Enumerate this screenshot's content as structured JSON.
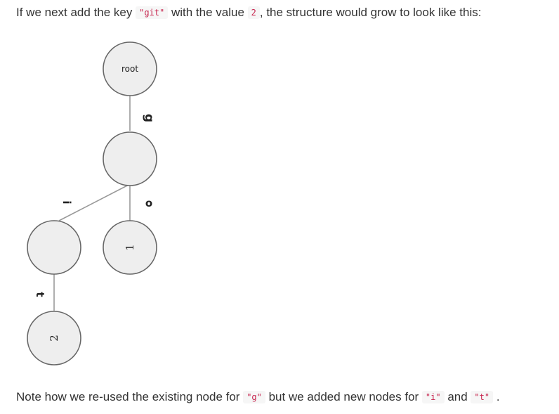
{
  "intro": {
    "before_key": "If we next add the key ",
    "key": "\"git\"",
    "mid": " with the value ",
    "value": "2",
    "after": ", the structure would grow to look like this:"
  },
  "diagram": {
    "root_label": "root",
    "edge_g": "g",
    "edge_o": "o",
    "edge_i": "i",
    "edge_t": "t",
    "value_go": "1",
    "value_git": "2"
  },
  "note": {
    "before": "Note how we re-used the existing node for ",
    "code_g": "\"g\"",
    "mid": " but we added new nodes for ",
    "code_i": "\"i\"",
    "and": " and ",
    "code_t": "\"t\"",
    "after": " ."
  }
}
